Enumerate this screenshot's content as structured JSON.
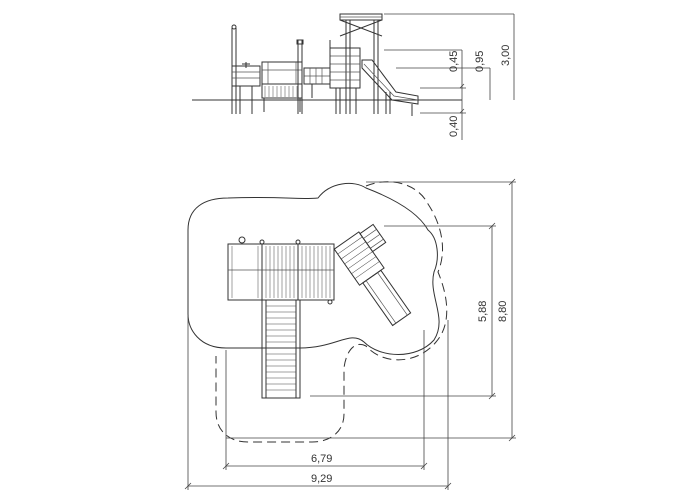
{
  "elevation_view": {
    "dimensions": {
      "d1": "0,45",
      "d2": "0,95",
      "d3": "3,00",
      "d4": "0,40"
    }
  },
  "plan_view": {
    "dimensions": {
      "depth_inner": "5,88",
      "depth_outer": "8,80",
      "width_inner": "6,79",
      "width_outer": "9,29"
    }
  },
  "colors": {
    "line": "#333333",
    "background": "#ffffff"
  }
}
